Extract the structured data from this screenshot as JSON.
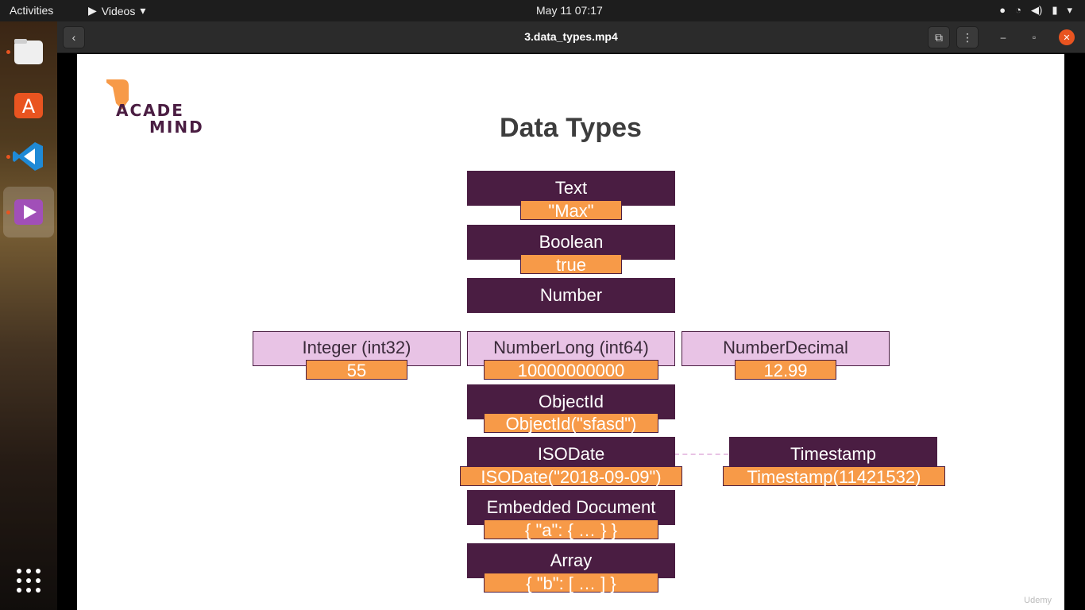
{
  "topbar": {
    "activities": "Activities",
    "app_menu": "Videos",
    "clock": "May 11  07:17"
  },
  "window": {
    "title": "3.data_types.mp4"
  },
  "slide": {
    "logo_line1": "ACADE",
    "logo_line2": "MIND",
    "title": "Data Types",
    "text_box": "Text",
    "text_value": "\"Max\"",
    "boolean_box": "Boolean",
    "boolean_value": "true",
    "number_box": "Number",
    "integer_box": "Integer (int32)",
    "integer_value": "55",
    "numberlong_box": "NumberLong (int64)",
    "numberlong_value": "10000000000",
    "numberdecimal_box": "NumberDecimal",
    "numberdecimal_value": "12.99",
    "objectid_box": "ObjectId",
    "objectid_value": "ObjectId(\"sfasd\")",
    "isodate_box": "ISODate",
    "isodate_value": "ISODate(\"2018-09-09\")",
    "timestamp_box": "Timestamp",
    "timestamp_value": "Timestamp(11421532)",
    "embedded_box": "Embedded Document",
    "embedded_value": "{ \"a\": { … } }",
    "array_box": "Array",
    "array_value": "{ \"b\": [ … ] }",
    "watermark": "Udemy"
  },
  "colors": {
    "type_box": "#4a1d42",
    "numeric_box": "#e8c3e5",
    "value_box": "#f79a48",
    "accent": "#e95420"
  }
}
